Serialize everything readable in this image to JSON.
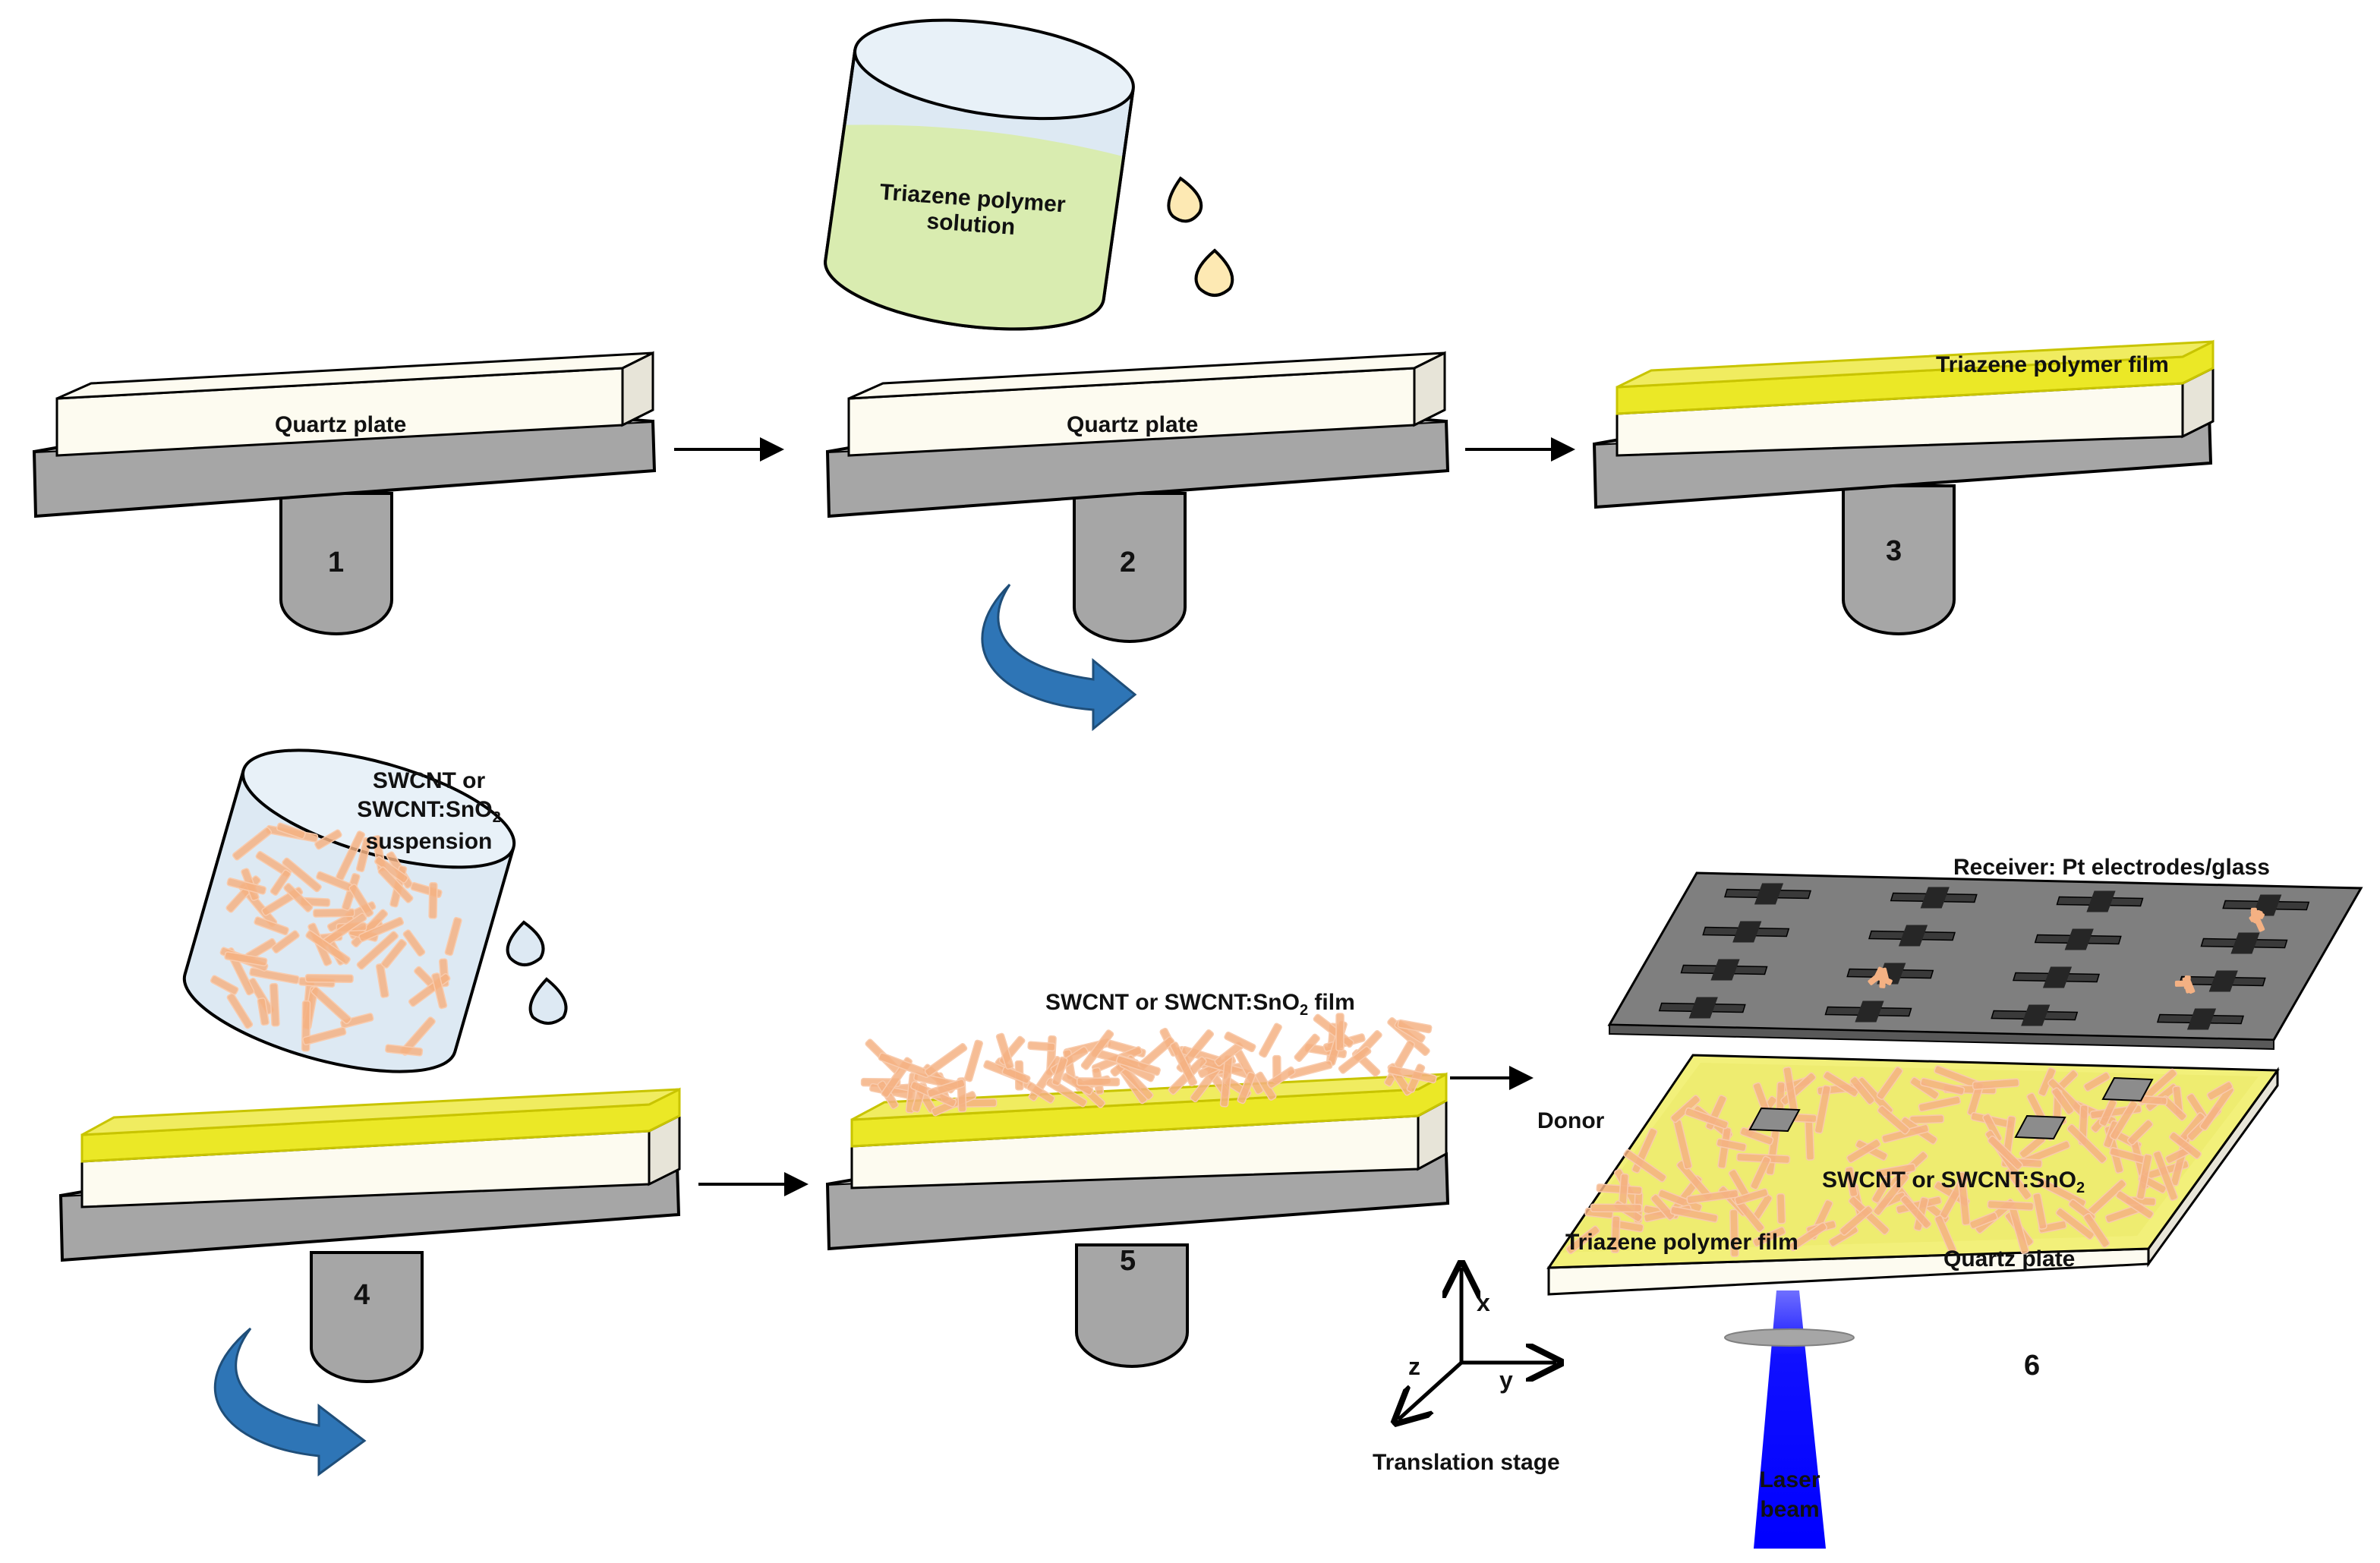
{
  "colors": {
    "spinner": "#a6a6a6",
    "spinner_dark": "#7f7f7f",
    "quartz": "#fdfbf0",
    "polymer_film": "#e8e400",
    "polymer_solution": "#d9ecb0",
    "beaker": "#dde9f3",
    "droplet": "#fde9b3",
    "nanotubes": "#f4b183",
    "rotation_arrow": "#2e75b6",
    "receiver": "#7f7f7f",
    "electrode": "#262626",
    "laser": "#0000ff"
  },
  "icons": {
    "rotation": "curved-rotation-arrow-icon",
    "process_arrow": "right-arrow-icon",
    "droplet": "droplet-icon"
  },
  "steps": {
    "s1": {
      "number": "1",
      "plate_label": "Quartz plate"
    },
    "s2": {
      "number": "2",
      "plate_label": "Quartz plate",
      "beaker_line1": "Triazene polymer",
      "beaker_line2": "solution"
    },
    "s3": {
      "number": "3",
      "film_label": "Triazene polymer film"
    },
    "s4": {
      "number": "4",
      "beaker_line1": "SWCNT or",
      "beaker_line2_pre": "SWCNT:SnO",
      "beaker_line2_sub": "2",
      "beaker_line3": "suspension"
    },
    "s5": {
      "number": "5",
      "film_label_pre": "SWCNT or SWCNT:SnO",
      "film_label_sub": "2",
      "film_label_post": " film"
    },
    "s6": {
      "number": "6",
      "receiver_label": "Receiver: Pt electrodes/glass",
      "donor_label": "Donor",
      "swcnt_label_pre": "SWCNT or SWCNT:SnO",
      "swcnt_label_sub": "2",
      "polymer_label": "Triazene polymer film",
      "quartz_label": "Quartz plate",
      "laser_line1": "Laser",
      "laser_line2": "beam",
      "stage_label": "Translation stage",
      "axis_x": "x",
      "axis_y": "y",
      "axis_z": "z"
    }
  }
}
